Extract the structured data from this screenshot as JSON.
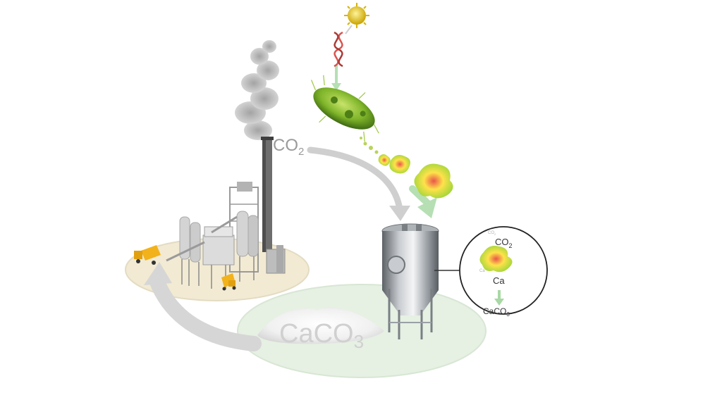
{
  "labels": {
    "co2_main": "CO",
    "co2_main_sub": "2",
    "caco3_main": "CaCO",
    "caco3_main_sub": "3",
    "inset_co2": "CO",
    "inset_co2_sub": "2",
    "inset_ca": "Ca",
    "inset_ca_small": "Ca",
    "inset_co2_small": "CO",
    "inset_co2_small_sub": "2",
    "inset_caco3": "CaCO",
    "inset_caco3_sub": "3"
  },
  "colors": {
    "arrow_gray": "#c9c9c9",
    "arrow_green": "#b6dfb4",
    "platform_factory": "#f2ead2",
    "platform_pile": "#e6f0e3",
    "enzyme_green": "#9fd63a",
    "enzyme_yellow": "#ffe24a",
    "enzyme_red": "#e8564a",
    "bacterium": "#7fb52a",
    "steel": "#8e9296"
  },
  "icons": [
    "virus-icon",
    "dna-helix-icon",
    "bacterium-icon",
    "enzyme-icon",
    "factory-icon",
    "smokestack-icon",
    "dump-truck-icon",
    "fermenter-tank-icon",
    "powder-pile-icon"
  ]
}
